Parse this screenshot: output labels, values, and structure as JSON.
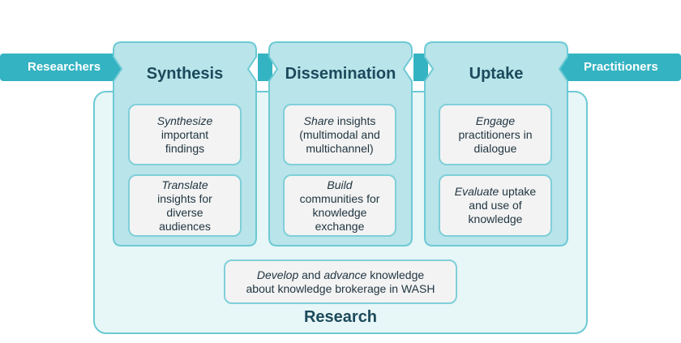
{
  "flow": {
    "left_label": "Researchers",
    "right_label": "Practitioners"
  },
  "columns": [
    {
      "title": "Synthesis",
      "cards": [
        {
          "em": "Synthesize",
          "rest": "",
          "lines": [
            "important",
            "findings"
          ]
        },
        {
          "em": "Translate",
          "rest": "",
          "lines": [
            "insights for",
            "diverse",
            "audiences"
          ]
        }
      ]
    },
    {
      "title": "Dissemination",
      "cards": [
        {
          "em": "Share",
          "rest": " insights",
          "lines": [
            "(multimodal and",
            "multichannel)"
          ]
        },
        {
          "em": "Build",
          "rest": "",
          "lines": [
            "communities for",
            "knowledge",
            "exchange"
          ]
        }
      ]
    },
    {
      "title": "Uptake",
      "cards": [
        {
          "em": "Engage",
          "rest": "",
          "lines": [
            "practitioners in",
            "dialogue"
          ]
        },
        {
          "em": "Evaluate",
          "rest": " uptake",
          "lines": [
            "and use of",
            "knowledge"
          ]
        }
      ]
    }
  ],
  "research": {
    "title": "Research",
    "em1": "Develop",
    "mid": " and ",
    "em2": "advance",
    "rest1": " knowledge",
    "line2": "about knowledge brokerage in WASH"
  },
  "colors": {
    "flow": "#34b3c2",
    "column_fill": "#b9e4ea",
    "column_stroke": "#6ccad4",
    "research_fill": "#e7f6f7"
  }
}
